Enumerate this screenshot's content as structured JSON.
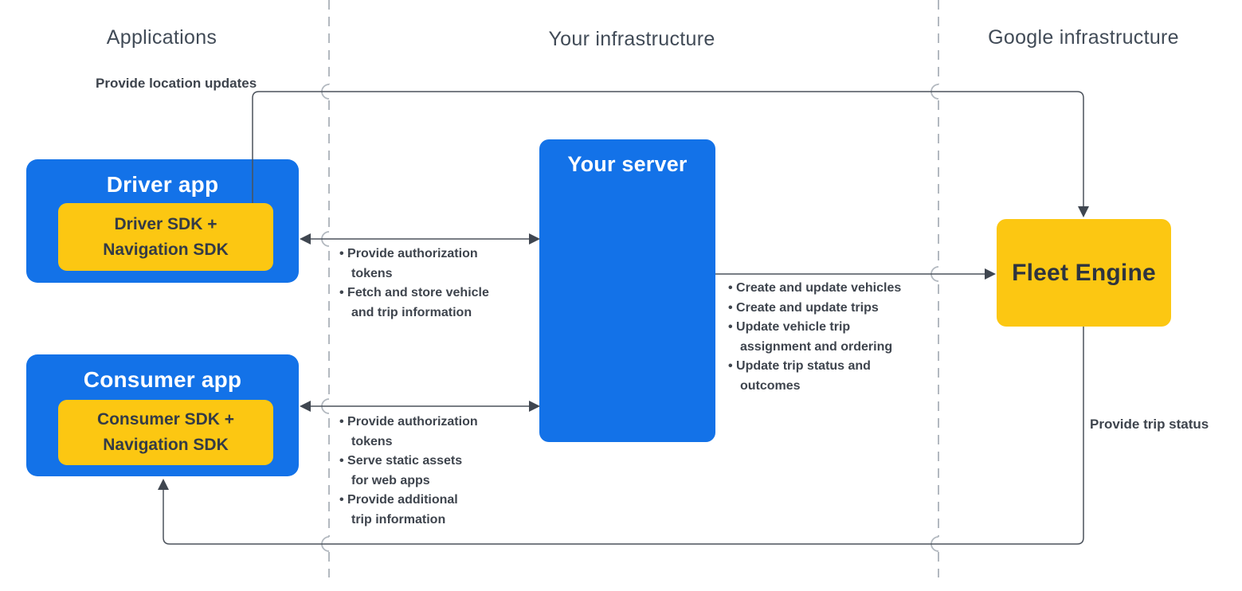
{
  "columns": {
    "applications": {
      "label": "Applications"
    },
    "your_infrastructure": {
      "label": "Your infrastructure"
    },
    "google_infrastructure": {
      "label": "Google infrastructure"
    }
  },
  "nodes": {
    "driver_app": {
      "title": "Driver app",
      "sdk_label": "Driver SDK +\nNavigation SDK"
    },
    "consumer_app": {
      "title": "Consumer app",
      "sdk_label": "Consumer SDK +\nNavigation SDK"
    },
    "your_server": {
      "title": "Your server"
    },
    "fleet_engine": {
      "title": "Fleet Engine"
    }
  },
  "edges": {
    "driver_to_fleet": {
      "label": "Provide location updates"
    },
    "fleet_to_consumer": {
      "label": "Provide trip status"
    },
    "driver_server": {
      "bullets": [
        "Provide authorization\ntokens",
        "Fetch and store vehicle\nand trip information"
      ]
    },
    "consumer_server": {
      "bullets": [
        "Provide authorization\ntokens",
        "Serve static assets\nfor web apps",
        "Provide additional\ntrip information"
      ]
    },
    "server_fleet": {
      "bullets": [
        "Create and update vehicles",
        "Create and update trips",
        "Update vehicle trip\nassignment and ordering",
        "Update trip status and\noutcomes"
      ]
    }
  },
  "colors": {
    "node_blue": "#1372e8",
    "node_yellow": "#fcc712",
    "wire": "#4b525b",
    "divider": "#b3b9c0",
    "heading_text": "#414b57",
    "label_text": "#3e444d"
  }
}
